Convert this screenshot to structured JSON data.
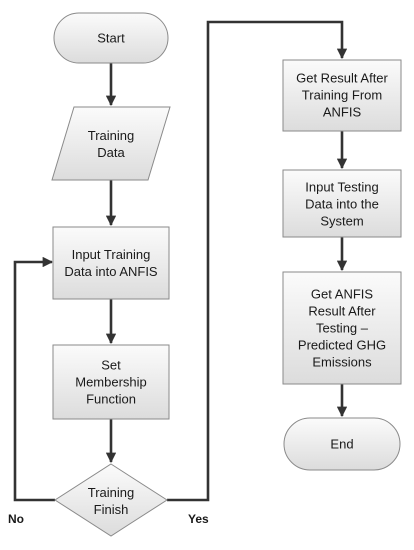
{
  "nodes": {
    "start": {
      "lines": [
        "Start"
      ]
    },
    "training_data": {
      "lines": [
        "Training",
        "Data"
      ]
    },
    "input_training": {
      "lines": [
        "Input Training",
        "Data into ANFIS"
      ]
    },
    "set_membership": {
      "lines": [
        "Set",
        "Membership",
        "Function"
      ]
    },
    "training_finish": {
      "lines": [
        "Training",
        "Finish"
      ]
    },
    "get_result": {
      "lines": [
        "Get Result After",
        "Training From",
        "ANFIS"
      ]
    },
    "input_testing": {
      "lines": [
        "Input Testing",
        "Data into the",
        "System"
      ]
    },
    "get_anfis": {
      "lines": [
        "Get ANFIS",
        "Result After",
        "Testing –",
        "Predicted GHG",
        "Emissions"
      ]
    },
    "end": {
      "lines": [
        "End"
      ]
    }
  },
  "edge_labels": {
    "no": "No",
    "yes": "Yes"
  },
  "colors": {
    "node_fill_top": "#fbfbfb",
    "node_fill_bottom": "#dcdcdc",
    "node_stroke": "#8a8a8a",
    "edge": "#333333",
    "text": "#1a1a1a"
  }
}
